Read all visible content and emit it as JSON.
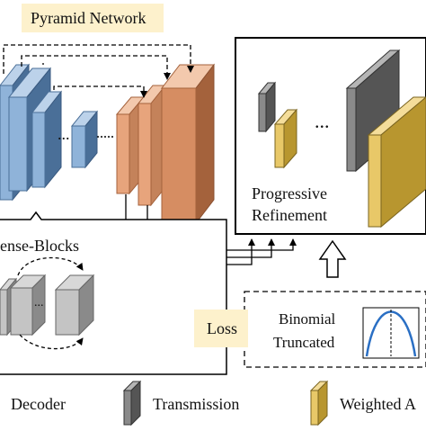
{
  "labels": {
    "pyramid_network": "Pyramid Network",
    "progressive": "Progressive",
    "refinement": "Refinement",
    "dense_blocks": "ense-Blocks",
    "loss": "Loss",
    "binomial": "Binomial",
    "truncated": "Truncated",
    "ellipsis": "..."
  },
  "legend": [
    {
      "label": "Decoder",
      "icon": "none"
    },
    {
      "label": "Transmission",
      "icon": "gray-block-icon"
    },
    {
      "label": "Weighted A",
      "icon": "yellow-block-icon"
    }
  ],
  "colors": {
    "encoder_blue": "#8fb3d9",
    "encoder_blue_dark": "#4a6f98",
    "decoder_orange": "#e7a47c",
    "decoder_orange_dark": "#a4623c",
    "transmission_gray": "#8a8a8a",
    "weighted_yellow": "#e8c868",
    "loss_tag_bg": "#fdf1cc",
    "curve_blue": "#2a6fc4"
  }
}
